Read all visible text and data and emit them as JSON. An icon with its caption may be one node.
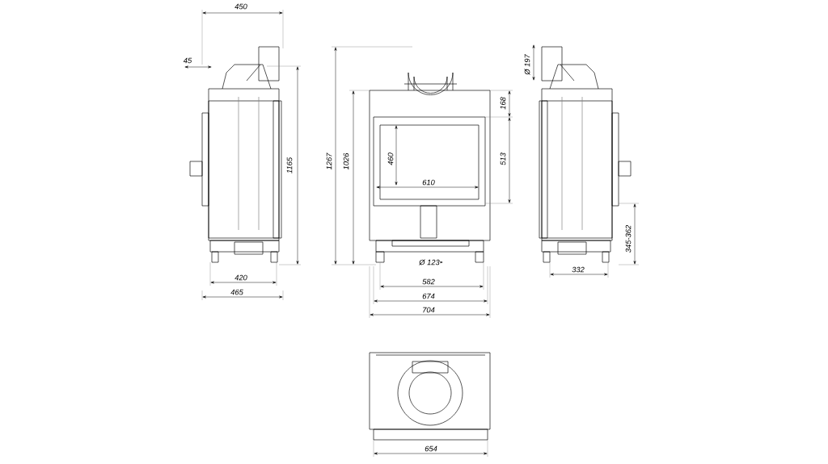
{
  "diagram": {
    "labels": [
      "450",
      "45",
      "Ø 197",
      "168",
      "1165",
      "1267",
      "1026",
      "460",
      "513",
      "610",
      "345-362",
      "Ø 123",
      "420",
      "332",
      "582",
      "465",
      "674",
      "704",
      "654"
    ]
  }
}
